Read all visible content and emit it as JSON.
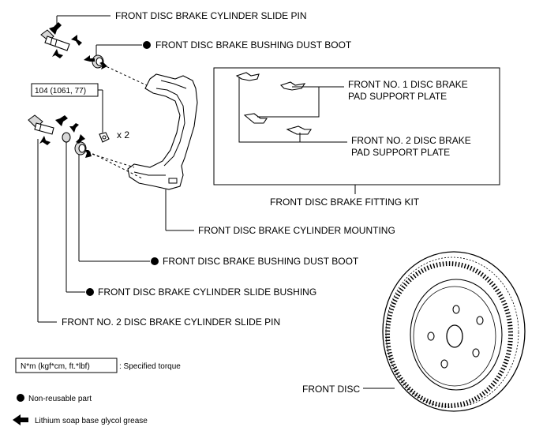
{
  "labels": {
    "slide_pin": "FRONT DISC BRAKE CYLINDER SLIDE PIN",
    "dust_boot_top": "FRONT DISC BRAKE BUSHING DUST BOOT",
    "pad_plate_1_line1": "FRONT NO. 1 DISC BRAKE",
    "pad_plate_1_line2": "PAD SUPPORT PLATE",
    "pad_plate_2_line1": "FRONT NO. 2 DISC BRAKE",
    "pad_plate_2_line2": "PAD SUPPORT PLATE",
    "fitting_kit": "FRONT DISC BRAKE FITTING KIT",
    "cylinder_mounting": "FRONT DISC BRAKE CYLINDER MOUNTING",
    "dust_boot_bottom": "FRONT DISC BRAKE BUSHING DUST BOOT",
    "slide_bushing": "FRONT DISC BRAKE CYLINDER SLIDE BUSHING",
    "slide_pin_no2": "FRONT NO. 2 DISC BRAKE CYLINDER SLIDE PIN",
    "front_disc": "FRONT DISC"
  },
  "torque": {
    "value": "104 (1061, 77)",
    "multiplier": "x 2"
  },
  "legend": {
    "torque_box": "N*m (kgf*cm, ft.*lbf)",
    "torque_desc": ": Specified torque",
    "non_reusable": "Non-reusable part",
    "grease": "Lithium soap base glycol grease"
  }
}
